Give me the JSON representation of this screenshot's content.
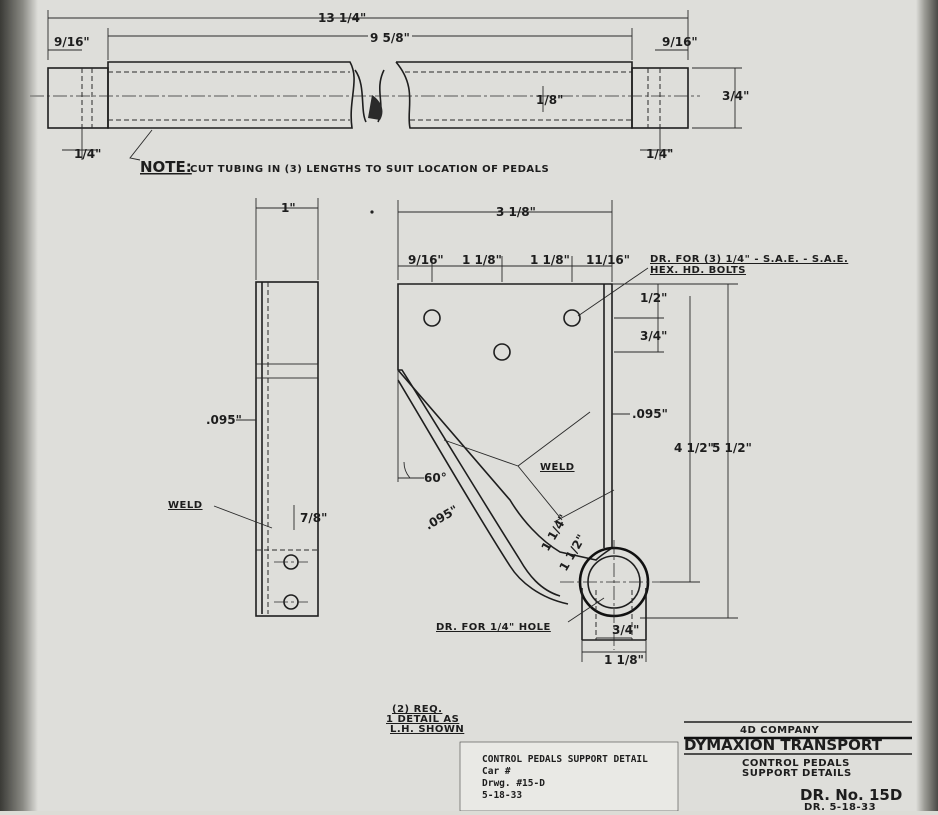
{
  "note": {
    "heading": "NOTE:",
    "text": "CUT TUBING IN (3) LENGTHS TO SUIT LOCATION OF PEDALS"
  },
  "tube_view": {
    "overall_length": "13 1/4\"",
    "mid_length": "9 5/8\"",
    "left_end": "9/16\"",
    "right_end": "9/16\"",
    "left_lower": "1/4\"",
    "right_lower": "1/4\"",
    "height": "3/4\"",
    "center_dim": "1/8\""
  },
  "side_view": {
    "width": "1\"",
    "wall": ".095\"",
    "weld_label": "WELD",
    "slot": "7/8\""
  },
  "front_view": {
    "width": "3 1/8\"",
    "spacing_1": "9/16\"",
    "spacing_2": "1 1/8\"",
    "spacing_3": "1 1/8\"",
    "spacing_4": "11/16\"",
    "drill_callout_1": "DR. FOR (3) 1/4\" - S.A.E. - S.A.E.",
    "drill_callout_2": "HEX. HD. BOLTS",
    "hole_v1": "1/2\"",
    "hole_v2": "3/4\"",
    "right_wall": ".095\"",
    "left_wall": ".095\"",
    "angle": "60°",
    "weld_label": "WELD",
    "height_inner": "4 1/2\"",
    "height_outer": "5 1/2\"",
    "radius_1": "1 1/4\"",
    "radius_2": "1 1/2\"",
    "bottom_width": "1 1/8\"",
    "bore": "3/4\"",
    "drill_bottom": "DR. FOR 1/4\" HOLE"
  },
  "view_label": {
    "line1": "(2) REQ.",
    "line2": "1 DETAIL AS",
    "line3": "L.H. SHOWN"
  },
  "company": {
    "name": "4D COMPANY",
    "project": "DYMAXION TRANSPORT",
    "detail_line1": "CONTROL PEDALS",
    "detail_line2": "SUPPORT DETAILS"
  },
  "drawing_no": {
    "label": "DR. No. 15D",
    "date": "DR. 5-18-33"
  },
  "stamp": {
    "line1": "CONTROL PEDALS SUPPORT DETAIL",
    "line2": "Car #",
    "line3": "Drwg. #15-D",
    "line4": "5-18-33"
  }
}
